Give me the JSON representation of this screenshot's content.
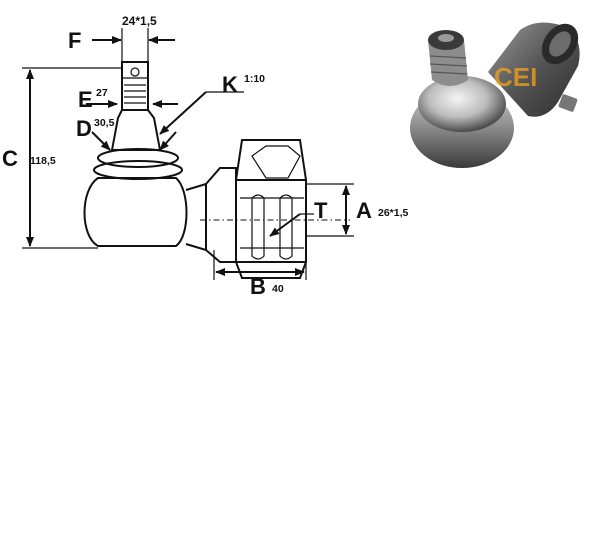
{
  "labels": {
    "F": "F",
    "thread_top": "24*1,5",
    "K": "K",
    "K_value": "1:10",
    "E": "E",
    "E_value": "27",
    "D": "D",
    "D_value": "30,5",
    "C": "C",
    "C_value": "118,5",
    "T": "T",
    "A": "A",
    "A_value": "26*1,5",
    "B": "B",
    "B_value": "40"
  },
  "photo": {
    "watermark": "CEI",
    "accent_color": "#f5a21a"
  }
}
